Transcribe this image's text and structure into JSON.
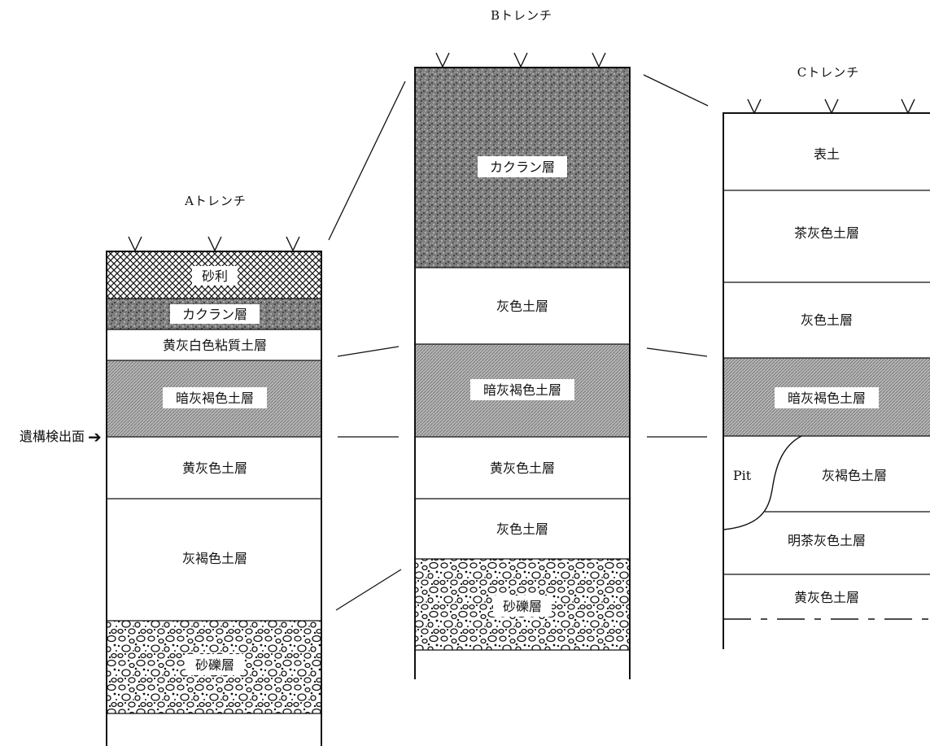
{
  "trenches": {
    "a": {
      "title": "Aトレンチ",
      "layers": [
        "砂利",
        "カクラン層",
        "黄灰白色粘質土層",
        "暗灰褐色土層",
        "黄灰色土層",
        "灰褐色土層",
        "砂礫層"
      ]
    },
    "b": {
      "title": "Bトレンチ",
      "layers": [
        "カクラン層",
        "灰色土層",
        "暗灰褐色土層",
        "黄灰色土層",
        "灰色土層",
        "砂礫層"
      ]
    },
    "c": {
      "title": "Cトレンチ",
      "layers": [
        "表土",
        "茶灰色土層",
        "灰色土層",
        "暗灰褐色土層",
        "灰褐色土層",
        "明茶灰色土層",
        "黄灰色土層"
      ],
      "pit_label": "Pit"
    }
  },
  "marker": {
    "label": "遺構検出面",
    "arrow": "➔"
  },
  "colors": {
    "ink": "#111111",
    "dark_stipple": "#6a6a6a",
    "hatch_gray": "#9a9a9a"
  }
}
